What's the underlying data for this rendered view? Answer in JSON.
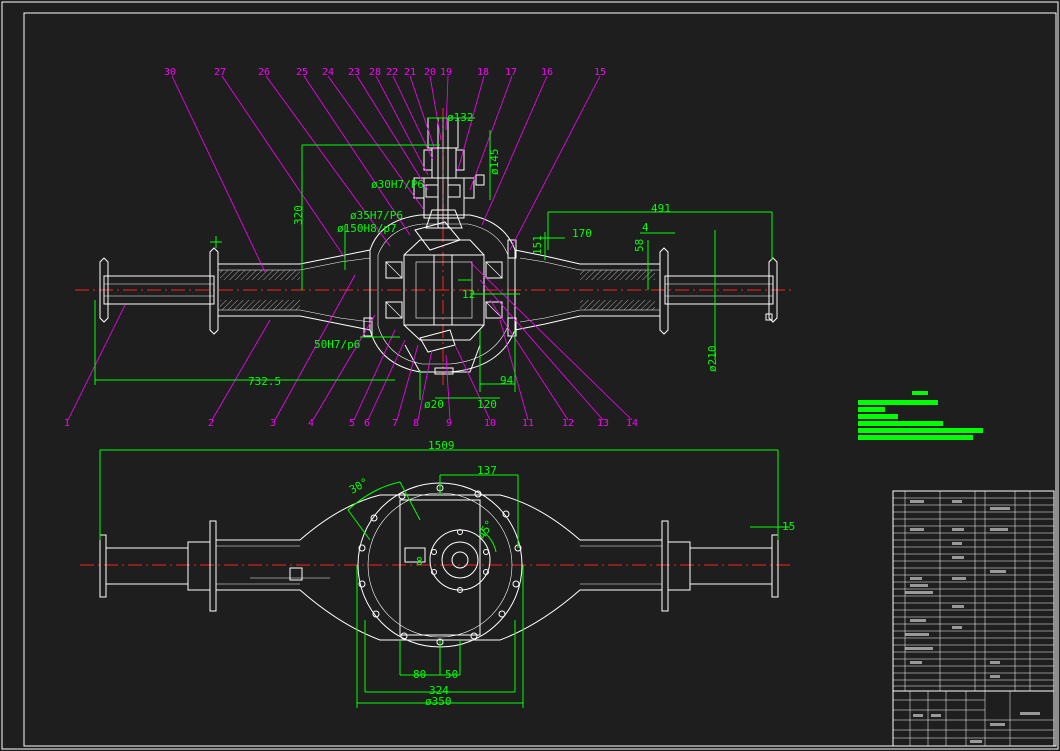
{
  "drawing": {
    "part_labels_top": [
      "30",
      "27",
      "26",
      "25",
      "24",
      "23",
      "28",
      "22",
      "21",
      "20",
      "19",
      "18",
      "17",
      "16",
      "15"
    ],
    "part_labels_bottom": [
      "1",
      "2",
      "3",
      "4",
      "5",
      "6",
      "7",
      "8",
      "9",
      "10",
      "11",
      "12",
      "13",
      "14"
    ],
    "dims_front": {
      "d132": "ø132",
      "d145": "ø145",
      "d30fit": "ø30H7/P6",
      "d35fit": "ø35H7/P6",
      "d150fit": "ø150H8/p7",
      "d50fit": "50H7/p6",
      "h320": "320",
      "w491": "491",
      "w170": "170",
      "d151": "151",
      "d4": "4",
      "d58": "58",
      "d12": "12",
      "w7325": "732.5",
      "w94": "94",
      "d20": "ø20",
      "w120": "120",
      "d210": "ø210"
    },
    "dims_top": {
      "w1509": "1509",
      "w137": "137",
      "a30": "30°",
      "a45": "45°",
      "d15": "15",
      "w80": "80",
      "w50": "50",
      "w324": "324",
      "d350": "ø350",
      "d8": "8"
    }
  }
}
